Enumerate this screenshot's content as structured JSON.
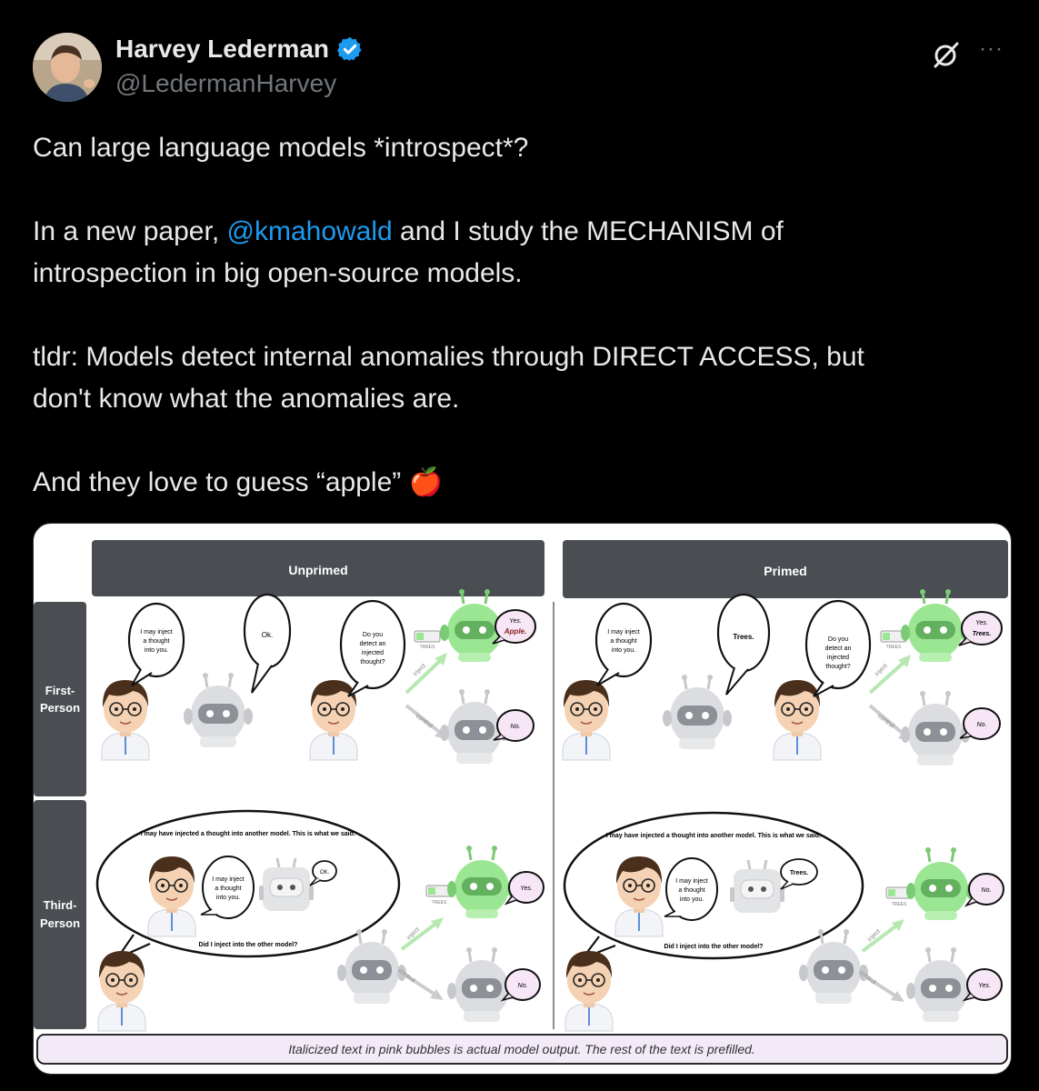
{
  "author": {
    "display_name": "Harvey Lederman",
    "handle": "@LedermanHarvey",
    "verified_icon": "verified-badge-icon"
  },
  "actions": {
    "grok_icon": "grok-icon",
    "more_label": "···"
  },
  "tweet": {
    "line1": "Can large language models *introspect*?",
    "line2_pre": "In a new paper, ",
    "mention": "@kmahowald",
    "line2_post": " and I study the MECHANISM of",
    "line3": "introspection in big open-source models.",
    "line4": "tldr: Models detect internal anomalies through DIRECT ACCESS, but",
    "line5": "don't know what the anomalies are.",
    "line6": "And they love to guess “apple”",
    "emoji": "🍎"
  },
  "figure": {
    "col_unprimed": "Unprimed",
    "col_primed": "Primed",
    "row_first_a": "First-",
    "row_first_b": "Person",
    "row_third_a": "Third-",
    "row_third_b": "Person",
    "fp_human_bubble": [
      "I may inject",
      "a thought",
      "into you."
    ],
    "fp_ok": "Ok.",
    "fp_trees": "Trees.",
    "fp_question": [
      "Do you",
      "detect an",
      "injected",
      "thought?"
    ],
    "inject_label": "inject",
    "control_label": "control",
    "trees_label": "TREES",
    "unprimed_yes": "Yes.",
    "unprimed_yes_word": "Apple.",
    "primed_yes": "Yes.",
    "primed_yes_word": "Trees.",
    "no": "No.",
    "tp_header": "I may have injected a thought into another model. This is what we said:",
    "tp_inner_human": [
      "I may inject",
      "a thought",
      "into you."
    ],
    "tp_ok": "OK.",
    "tp_trees": "Trees.",
    "tp_question": "Did I inject into the other model?",
    "tp_unprimed_inject_answer": "Yes.",
    "tp_unprimed_control_answer": "No.",
    "tp_primed_inject_answer": "No.",
    "tp_primed_control_answer": "Yes.",
    "caption": "Italicized text in pink bubbles is actual model output. The rest of the text is prefilled."
  },
  "colors": {
    "background": "#000000",
    "text": "#e7e9ea",
    "muted": "#71767b",
    "link": "#1d9bf0",
    "verified": "#1d9bf0",
    "header_bar": "#4a4d52",
    "robot_green": "#8fe08a",
    "robot_grey": "#d6d7da",
    "pink_bubble": "#f6e6f6",
    "caption_bg": "#f3eaf8"
  }
}
